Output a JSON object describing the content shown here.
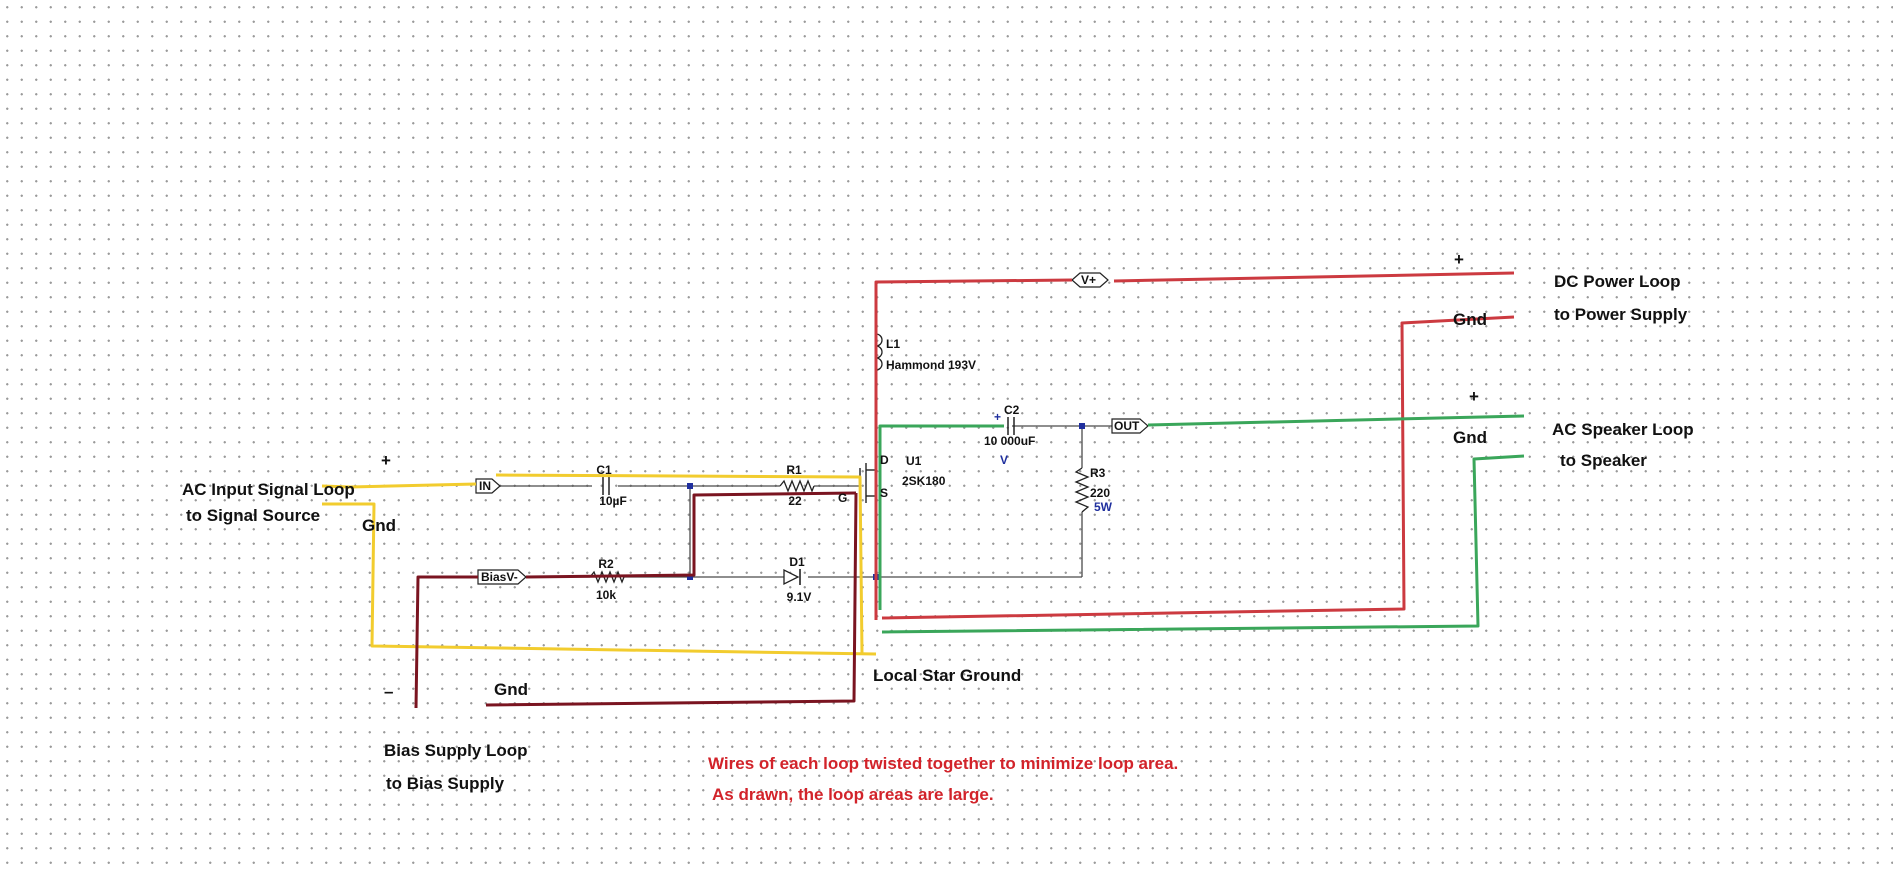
{
  "colors": {
    "signal_loop": "#f2cc2e",
    "bias_loop": "#7a1420",
    "power_loop": "#cc3a40",
    "speaker_loop": "#3aa65a",
    "schematic_wire": "#4a4a4a",
    "note_text": "#d2232a",
    "value_blue": "#1f2f9e"
  },
  "loops": {
    "input": {
      "title": "AC Input Signal Loop",
      "sub": "to Signal Source",
      "plus": "+",
      "gnd": "Gnd"
    },
    "bias": {
      "title": "Bias Supply Loop",
      "sub": "to Bias Supply",
      "minus": "–",
      "gnd": "Gnd"
    },
    "power": {
      "title": "DC Power Loop",
      "sub": "to Power Supply",
      "plus": "+",
      "gnd": "Gnd"
    },
    "speaker": {
      "title": "AC Speaker Loop",
      "sub": "to Speaker",
      "plus": "+",
      "gnd": "Gnd"
    }
  },
  "star_ground": "Local Star Ground",
  "notes": [
    "Wires of each loop twisted together to minimize loop area.",
    "As drawn, the loop areas are large."
  ],
  "ports": {
    "in": "IN",
    "bias": "BiasV-",
    "vplus": "V+",
    "out": "OUT"
  },
  "components": {
    "c1": {
      "ref": "C1",
      "value": "10µF"
    },
    "r1": {
      "ref": "R1",
      "value": "22"
    },
    "r2": {
      "ref": "R2",
      "value": "10k"
    },
    "d1": {
      "ref": "D1",
      "value": "9.1V"
    },
    "l1": {
      "ref": "L1",
      "value": "Hammond 193V"
    },
    "c2": {
      "ref": "C2",
      "value": "10 000uF",
      "polarity": "+",
      "rating": "V"
    },
    "r3": {
      "ref": "R3",
      "value": "220",
      "rating": "5W"
    },
    "u1": {
      "ref": "U1",
      "part": "2SK180",
      "pin_d": "D",
      "pin_s": "S",
      "pin_g": "G"
    }
  }
}
